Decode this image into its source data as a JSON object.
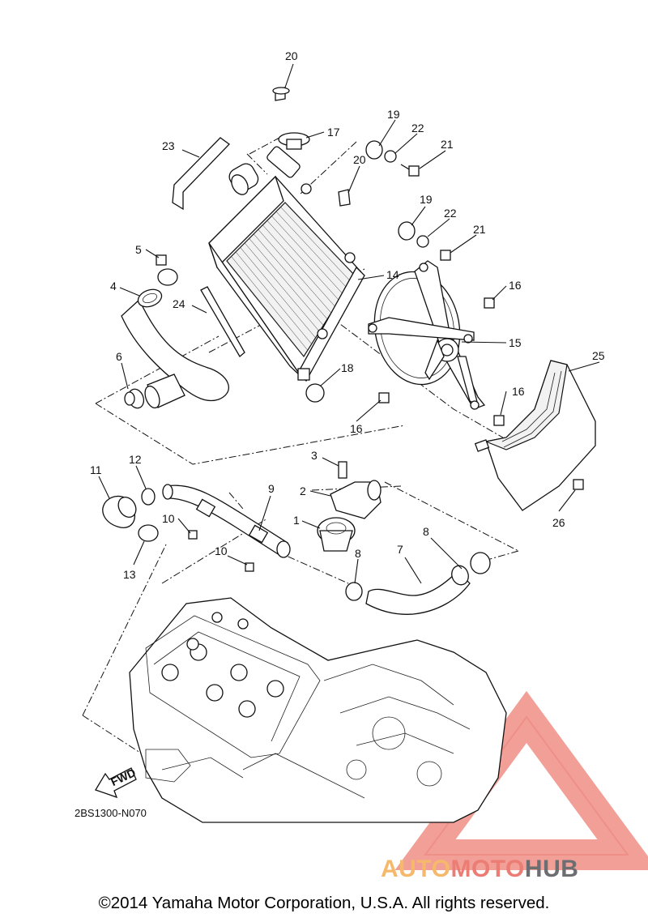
{
  "callouts": [
    "20",
    "17",
    "19",
    "22",
    "21",
    "23",
    "20",
    "19",
    "22",
    "21",
    "5",
    "14",
    "16",
    "4",
    "24",
    "15",
    "6",
    "18",
    "25",
    "16",
    "16",
    "3",
    "11",
    "12",
    "2",
    "9",
    "10",
    "1",
    "8",
    "7",
    "13",
    "10",
    "8",
    "26"
  ],
  "fwd_label": "FWD",
  "diagram_code": "2BS1300-N070",
  "copyright": "©2014 Yamaha Motor Corporation, U.S.A. All rights reserved.",
  "watermark": {
    "part_a": "AUTO",
    "part_b": "MOTO",
    "part_c": "HUB"
  },
  "colors": {
    "watermark_orange": "#f6b86a",
    "watermark_red": "#ec7d74",
    "watermark_gray": "#6d6e71",
    "line": "#111111"
  }
}
